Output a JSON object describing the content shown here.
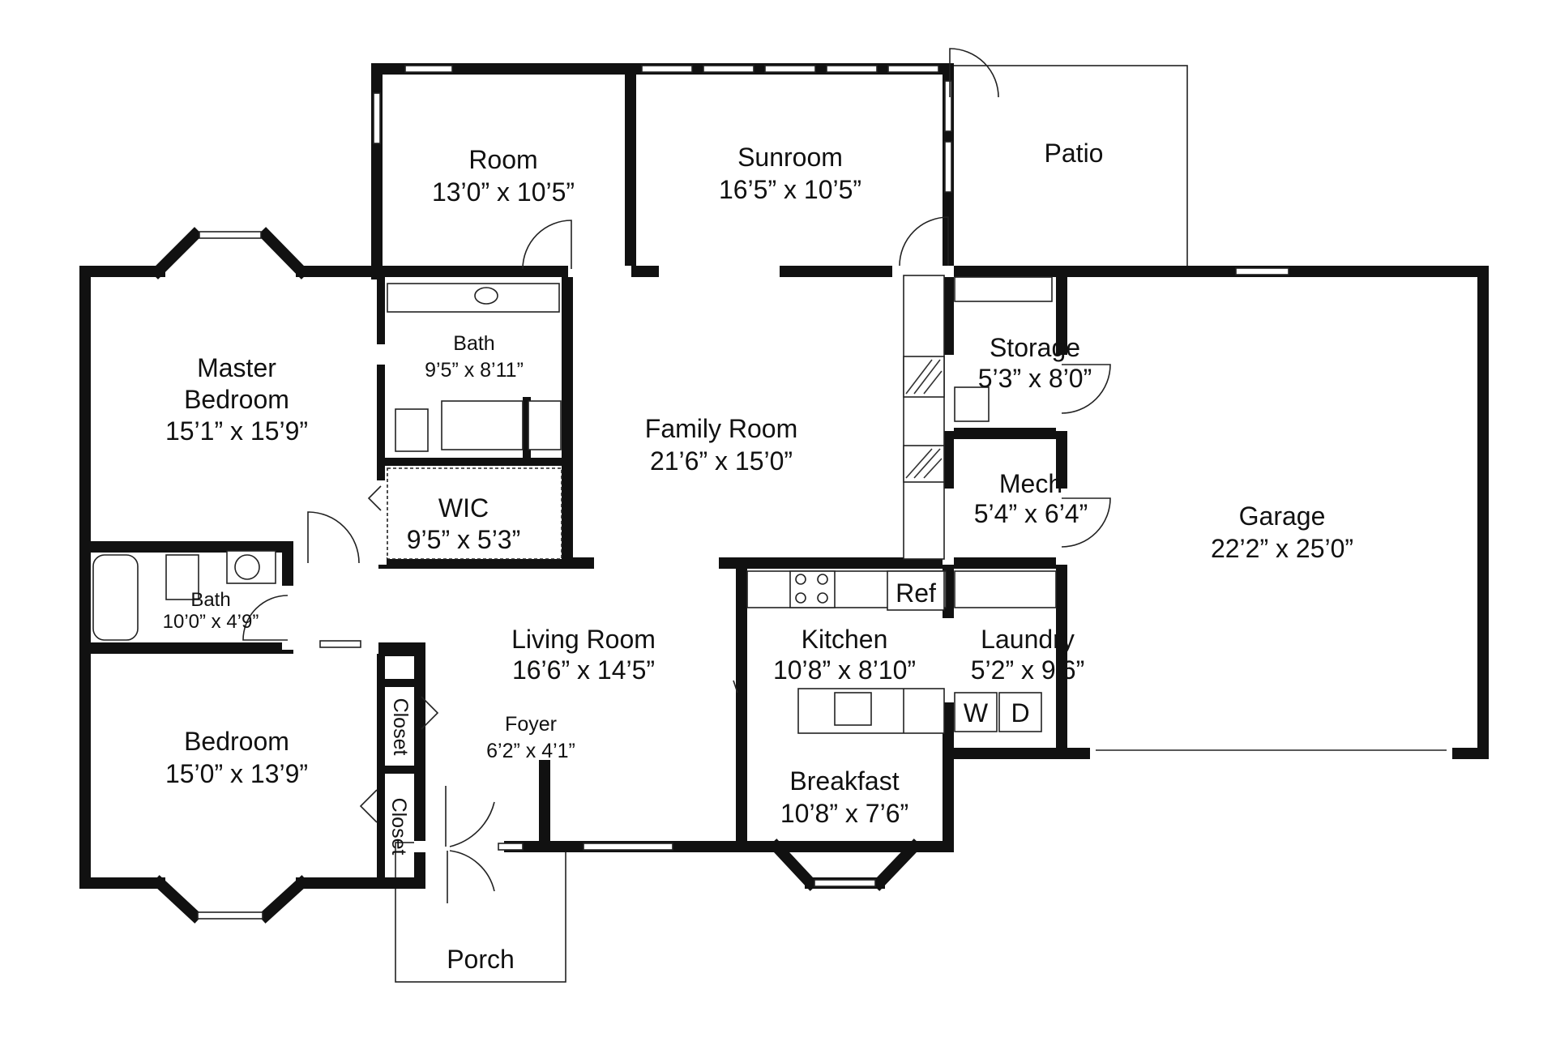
{
  "rooms": {
    "room": {
      "name": "Room",
      "dims": "13’0” x 10’5”"
    },
    "sunroom": {
      "name": "Sunroom",
      "dims": "16’5” x 10’5”"
    },
    "patio": {
      "name": "Patio"
    },
    "master_bedroom": {
      "name_line1": "Master",
      "name_line2": "Bedroom",
      "dims": "15’1” x 15’9”"
    },
    "master_bath": {
      "name": "Bath",
      "dims": "9’5” x 8’11”"
    },
    "family_room": {
      "name": "Family Room",
      "dims": "21’6” x 15’0”"
    },
    "storage": {
      "name": "Storage",
      "dims": "5’3” x 8’0”"
    },
    "mech": {
      "name": "Mech",
      "dims": "5’4” x 6’4”"
    },
    "garage": {
      "name": "Garage",
      "dims": "22’2” x 25’0”"
    },
    "wic": {
      "name": "WIC",
      "dims": "9’5” x 5’3”"
    },
    "hall_bath": {
      "name": "Bath",
      "dims": "10’0” x 4’9”"
    },
    "living_room": {
      "name": "Living Room",
      "dims": "16’6” x 14’5”"
    },
    "kitchen": {
      "name": "Kitchen",
      "dims": "10’8” x 8’10”"
    },
    "laundry": {
      "name": "Laundry",
      "dims": "5’2” x 9’6”"
    },
    "foyer": {
      "name": "Foyer",
      "dims": "6’2” x 4’1”"
    },
    "bedroom": {
      "name": "Bedroom",
      "dims": "15’0” x 13’9”"
    },
    "breakfast": {
      "name": "Breakfast",
      "dims": "10’8” x 7’6”"
    },
    "porch": {
      "name": "Porch"
    },
    "closet_1": {
      "name": "Closet"
    },
    "closet_2": {
      "name": "Closet"
    }
  },
  "appliances": {
    "refrigerator": "Ref",
    "washer": "W",
    "dryer": "D"
  }
}
